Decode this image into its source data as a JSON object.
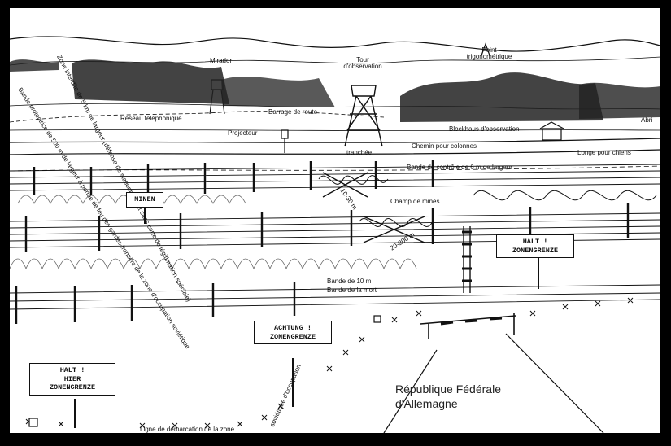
{
  "labels": {
    "mirador": "Mirador",
    "tour": "Tour d'observation",
    "point": "Point trigonométrique",
    "reseau": "Réseau téléphonique",
    "barrage": "Barrage de route",
    "projecteur": "Projecteur",
    "blockhaus": "Blockhaus d'observation",
    "abri": "Abri",
    "chemin": "Chemin pour colonnes",
    "tranchee": "tranchée",
    "longe": "Longe pour chiens",
    "bande_controle": "Bande de contrôle de 6 m de largeur",
    "champ": "Champ de mines",
    "dist1": "10-30 m",
    "dist2": "20-200 m",
    "bande10": "Bande de 10 m",
    "bande_mort": "Bande de la mort",
    "ligne": "Ligne de démarcation de la zone",
    "sovietique": "soviétique d'occupation",
    "zone_interdite": "Zone interdite de 5 km de largeur (défense de stationnement sans carte de légitimation spéciale)",
    "bande_protectrice": "Bande protectrice de 500 m de largeur à portée de feu des gardes-frontière de la zone d'occupation soviétique"
  },
  "signs": {
    "minen": "MINEN",
    "halt_right": [
      "HALT !",
      "ZONENGRENZE"
    ],
    "achtung": [
      "ACHTUNG !",
      "ZONENGRENZE"
    ],
    "halt_left": [
      "HALT !",
      "HIER",
      "ZONENGRENZE"
    ]
  },
  "rfa": [
    "République Fédérale",
    "d'Allemagne"
  ]
}
